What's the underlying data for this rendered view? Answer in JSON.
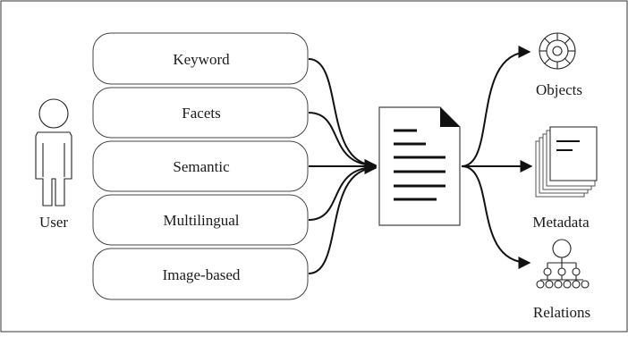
{
  "user": {
    "label": "User"
  },
  "search_methods": [
    {
      "label": "Keyword"
    },
    {
      "label": "Facets"
    },
    {
      "label": "Semantic"
    },
    {
      "label": "Multilingual"
    },
    {
      "label": "Image-based"
    }
  ],
  "outputs": [
    {
      "label": "Objects",
      "icon": "objects-icon"
    },
    {
      "label": "Metadata",
      "icon": "metadata-icon"
    },
    {
      "label": "Relations",
      "icon": "relations-icon"
    }
  ]
}
